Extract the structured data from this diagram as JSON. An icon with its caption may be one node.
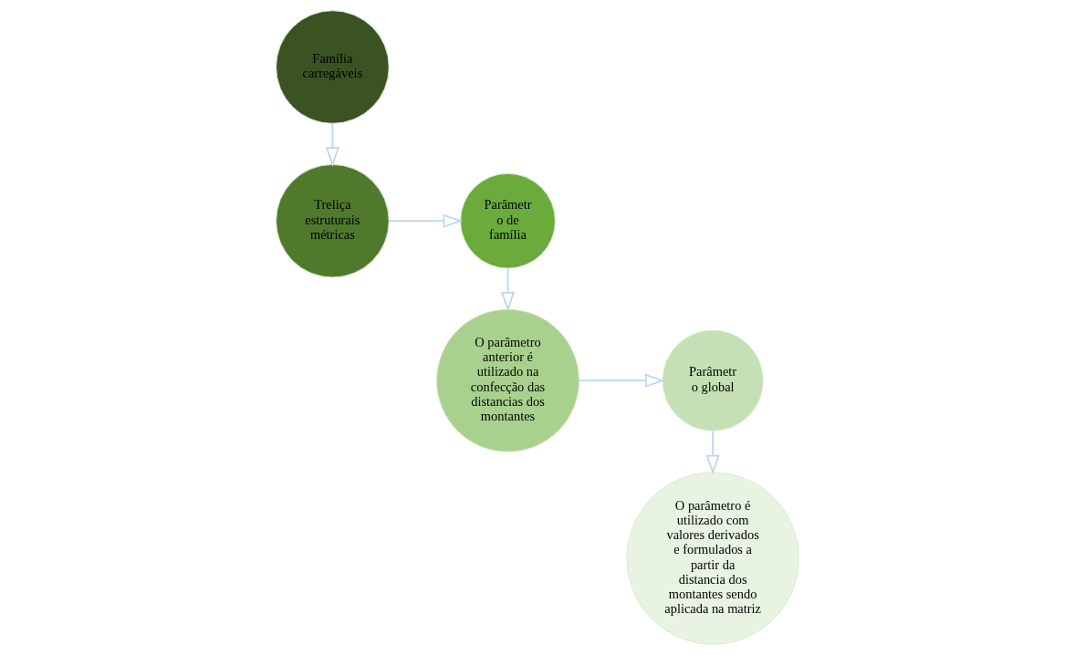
{
  "diagram": {
    "nodes": [
      {
        "text": [
          "Família carregáveis"
        ]
      },
      {
        "text": [
          "Treliça estruturais métricas"
        ]
      },
      {
        "text": [
          "Parâmetr o de família"
        ]
      },
      {
        "text": [
          "O parâmetro anterior é utilizado na confecção das distancias dos montantes"
        ]
      },
      {
        "text": [
          "Parâmetr o global"
        ]
      },
      {
        "text": [
          "O parâmetro é utilizado com valores derivados e formulados a partir da distancia dos montantes sendo aplicada na matriz"
        ]
      }
    ],
    "edges": [
      {
        "from": 0,
        "to": 1,
        "arrow": "to"
      },
      {
        "from": 1,
        "to": 2,
        "arrow": "to"
      },
      {
        "from": 2,
        "to": 3,
        "arrow": "to"
      },
      {
        "from": 3,
        "to": 4,
        "arrow": "to"
      },
      {
        "from": 4,
        "to": 5,
        "arrow": "to"
      }
    ]
  }
}
